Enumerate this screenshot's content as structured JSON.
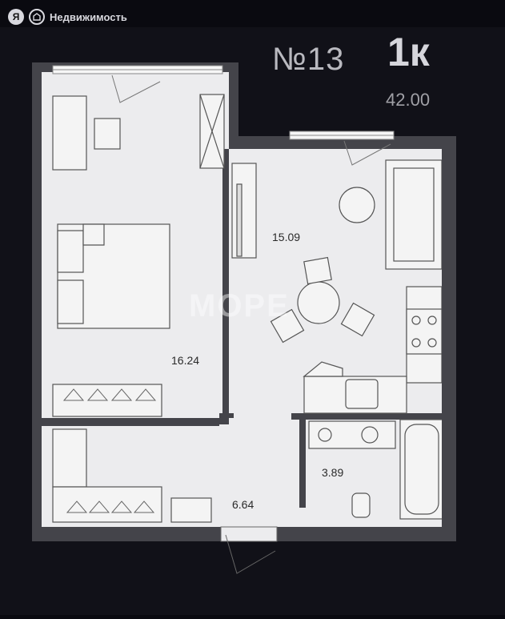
{
  "header": {
    "brand_name": "Недвижимость",
    "logo_letter": "Я"
  },
  "plan": {
    "apartment_number": "№13",
    "apartment_type": "1к",
    "total_area": "42.00",
    "watermark": "МОРЕ",
    "rooms": [
      {
        "id": "bedroom",
        "area": "16.24"
      },
      {
        "id": "kitchen-living",
        "area": "15.09"
      },
      {
        "id": "hallway",
        "area": "6.64"
      },
      {
        "id": "bathroom",
        "area": "3.89"
      }
    ]
  }
}
